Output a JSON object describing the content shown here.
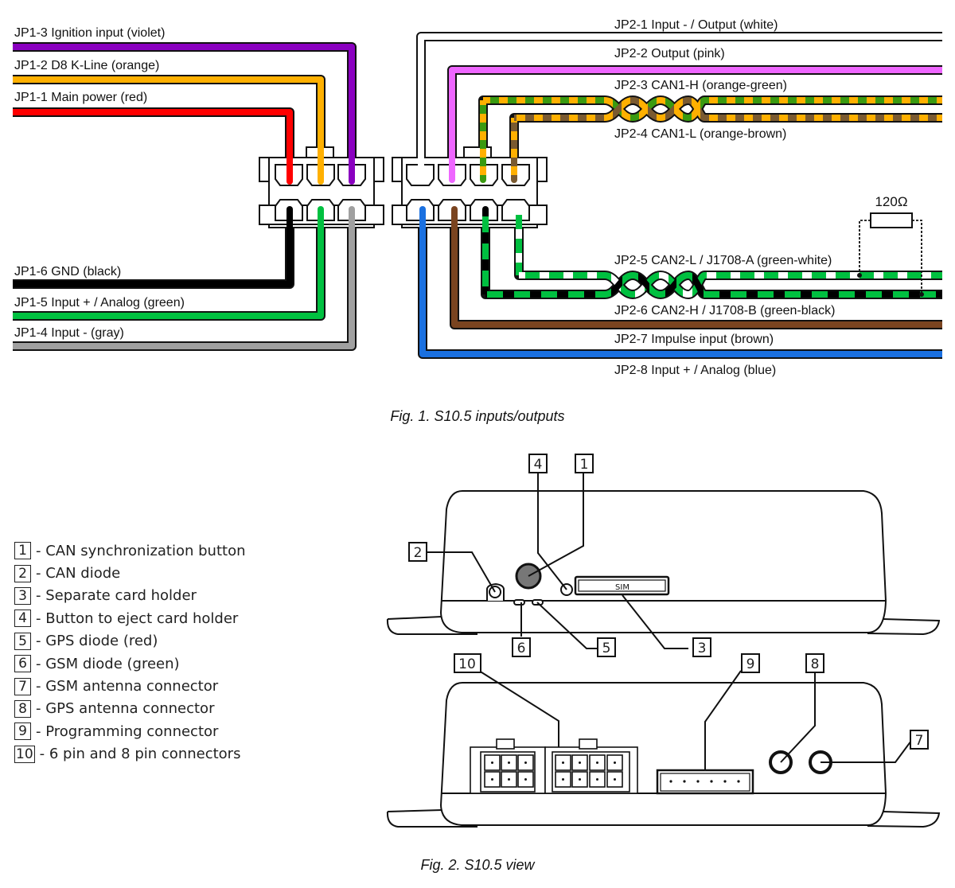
{
  "figure1": {
    "caption": "Fig. 1. S10.5 inputs/outputs",
    "jp1": [
      {
        "id": "jp1-3",
        "label": "JP1-3 Ignition input (violet)",
        "color": "#8a00c0"
      },
      {
        "id": "jp1-2",
        "label": "JP1-2 D8 K-Line (orange)",
        "color": "#ffb000"
      },
      {
        "id": "jp1-1",
        "label": "JP1-1 Main power (red)",
        "color": "#ff0000"
      },
      {
        "id": "jp1-6",
        "label": "JP1-6 GND (black)",
        "color": "#000000"
      },
      {
        "id": "jp1-5",
        "label": "JP1-5 Input + / Analog (green)",
        "color": "#00c040"
      },
      {
        "id": "jp1-4",
        "label": "JP1-4 Input - (gray)",
        "color": "#a0a0a0"
      }
    ],
    "jp2": [
      {
        "id": "jp2-1",
        "label": "JP2-1 Input - / Output (white)",
        "color": "#ffffff"
      },
      {
        "id": "jp2-2",
        "label": "JP2-2 Output (pink)",
        "color": "#ee66ff"
      },
      {
        "id": "jp2-3",
        "label": "JP2-3 CAN1-H (orange-green)",
        "color": "#ffb000",
        "stripe": "#3a9a10"
      },
      {
        "id": "jp2-4",
        "label": "JP2-4 CAN1-L (orange-brown)",
        "color": "#ffb000",
        "stripe": "#7a5a30"
      },
      {
        "id": "jp2-5",
        "label": "JP2-5 CAN2-L / J1708-A (green-white)",
        "color": "#ffffff",
        "stripe": "#00c040"
      },
      {
        "id": "jp2-6",
        "label": "JP2-6 CAN2-H / J1708-B (green-black)",
        "color": "#000000",
        "stripe": "#00c040"
      },
      {
        "id": "jp2-7",
        "label": "JP2-7 Impulse input (brown)",
        "color": "#7a4420"
      },
      {
        "id": "jp2-8",
        "label": "JP2-8 Input + / Analog (blue)",
        "color": "#1a70e0"
      }
    ],
    "resistor_label": "120Ω"
  },
  "figure2": {
    "caption": "Fig. 2. S10.5 view",
    "sim_label": "SIM",
    "legend": [
      {
        "num": "1",
        "text": "- CAN synchronization button"
      },
      {
        "num": "2",
        "text": "- CAN diode"
      },
      {
        "num": "3",
        "text": "- Separate card holder"
      },
      {
        "num": "4",
        "text": "- Button to eject card holder"
      },
      {
        "num": "5",
        "text": "- GPS diode (red)"
      },
      {
        "num": "6",
        "text": "- GSM diode (green)"
      },
      {
        "num": "7",
        "text": "- GSM antenna connector"
      },
      {
        "num": "8",
        "text": "- GPS antenna connector"
      },
      {
        "num": "9",
        "text": "- Programming connector"
      },
      {
        "num": "10",
        "text": "- 6 pin and 8 pin connectors"
      }
    ]
  }
}
